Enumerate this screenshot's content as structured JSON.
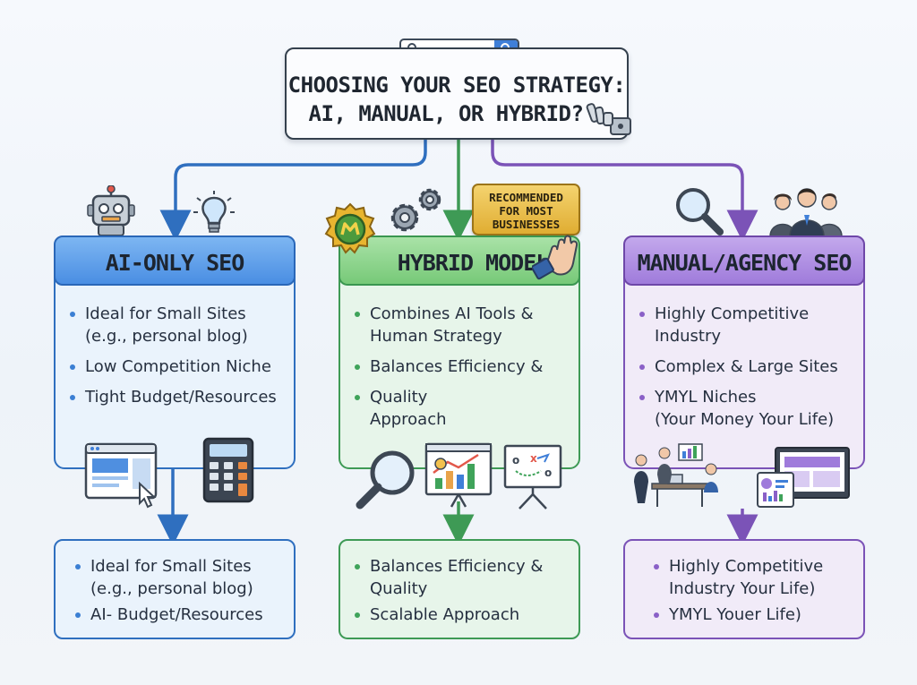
{
  "title": {
    "line1": "CHOOSING YOUR SEO STRATEGY:",
    "line2": "AI, MANUAL, OR HYBRID?"
  },
  "badge": {
    "line1": "RECOMMENDED",
    "line2": "FOR MOST",
    "line3": "BUSINESSES"
  },
  "columns": {
    "ai": {
      "header": "AI-ONLY SEO",
      "items": [
        "Ideal for Small Sites (e.g., personal blog)",
        "Low Competition Niche",
        "Tight Budget/Resources"
      ],
      "item0_line1": "Ideal for Small Sites",
      "item0_line2": "(e.g., personal blog)",
      "item1": "Low Competition Niche",
      "item2": "Tight Budget/Resources",
      "outcome_line1": "Ideal for Small Sites",
      "outcome_line2": "(e.g., personal blog)",
      "outcome_line3": "AI- Budget/Resources"
    },
    "hybrid": {
      "header": "HYBRID MODEL",
      "item0_line1": "Combines AI Tools &",
      "item0_line2": "Human Strategy",
      "item1": "Balances Efficiency &",
      "item2_line1": "Quality",
      "item2_line2": "Approach",
      "outcome_line1": "Balances Efficiency &",
      "outcome_line2": "Quality",
      "outcome_line3": "Scalable Approach"
    },
    "manual": {
      "header": "MANUAL/AGENCY SEO",
      "item0_line1": "Highly Competitive",
      "item0_line2": "Industry",
      "item1": "Complex & Large Sites",
      "item2_line1": "YMYL Niches",
      "item2_line2": "(Your Money Your Life)",
      "outcome_line1": "Highly Competitive",
      "outcome_line2": "Industry Your Life)",
      "outcome_line3": "YMYL Youer Life)"
    }
  },
  "colors": {
    "ai": "#2f6fbf",
    "hybrid": "#3e9a55",
    "manual": "#7b53b7",
    "badge": "#e0ad32"
  },
  "icons": [
    "robot-icon",
    "lightbulb-icon",
    "gear-icon",
    "medal-icon",
    "hand-icon",
    "robot-hand-icon",
    "magnifier-icon",
    "team-icon",
    "browser-cursor-icon",
    "calculator-icon",
    "growth-chart-icon",
    "strategy-board-icon",
    "meeting-icon",
    "devices-icon"
  ]
}
